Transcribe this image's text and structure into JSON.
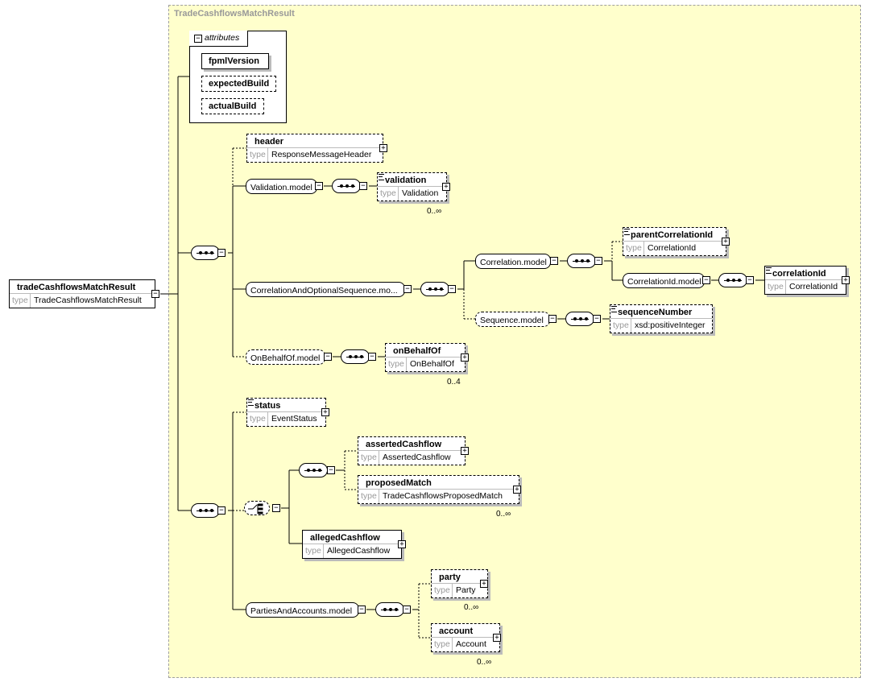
{
  "diagram": {
    "complex_type_title": "TradeCashflowsMatchResult",
    "root": {
      "name": "tradeCashflowsMatchResult",
      "type_label": "type",
      "type": "TradeCashflowsMatchResult"
    },
    "attributes": {
      "label": "attributes",
      "items": [
        "fpmlVersion",
        "expectedBuild",
        "actualBuild"
      ]
    },
    "nodes": {
      "header": {
        "name": "header",
        "type_label": "type",
        "type": "ResponseMessageHeader"
      },
      "validation_model": "Validation.model",
      "validation": {
        "name": "validation",
        "type_label": "type",
        "type": "Validation",
        "occurs": "0..∞"
      },
      "correlation_seq_model": "CorrelationAndOptionalSequence.mo...",
      "correlation_model": "Correlation.model",
      "parent_correlation_id": {
        "name": "parentCorrelationId",
        "type_label": "type",
        "type": "CorrelationId"
      },
      "correlation_id_model": "CorrelationId.model",
      "correlation_id": {
        "name": "correlationId",
        "type_label": "type",
        "type": "CorrelationId"
      },
      "sequence_model": "Sequence.model",
      "sequence_number": {
        "name": "sequenceNumber",
        "type_label": "type",
        "type": "xsd:positiveInteger"
      },
      "on_behalf_of_model": "OnBehalfOf.model",
      "on_behalf_of": {
        "name": "onBehalfOf",
        "type_label": "type",
        "type": "OnBehalfOf",
        "occurs": "0..4"
      },
      "status": {
        "name": "status",
        "type_label": "type",
        "type": "EventStatus"
      },
      "asserted_cashflow": {
        "name": "assertedCashflow",
        "type_label": "type",
        "type": "AssertedCashflow"
      },
      "proposed_match": {
        "name": "proposedMatch",
        "type_label": "type",
        "type": "TradeCashflowsProposedMatch",
        "occurs": "0..∞"
      },
      "alleged_cashflow": {
        "name": "allegedCashflow",
        "type_label": "type",
        "type": "AllegedCashflow"
      },
      "parties_accounts_model": "PartiesAndAccounts.model",
      "party": {
        "name": "party",
        "type_label": "type",
        "type": "Party",
        "occurs": "0..∞"
      },
      "account": {
        "name": "account",
        "type_label": "type",
        "type": "Account",
        "occurs": "0..∞"
      }
    }
  }
}
